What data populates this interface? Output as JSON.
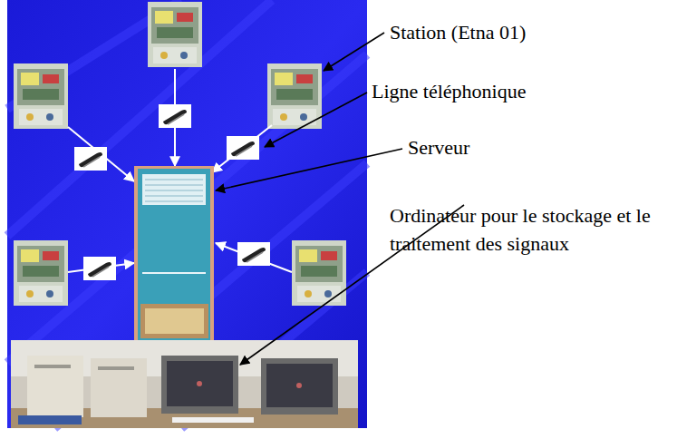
{
  "diagram": {
    "labels": [
      "Station (Etna 01)",
      "Ligne téléphonique",
      "Serveur",
      "Ordinateur pour le stockage et le traitement des signaux"
    ]
  }
}
